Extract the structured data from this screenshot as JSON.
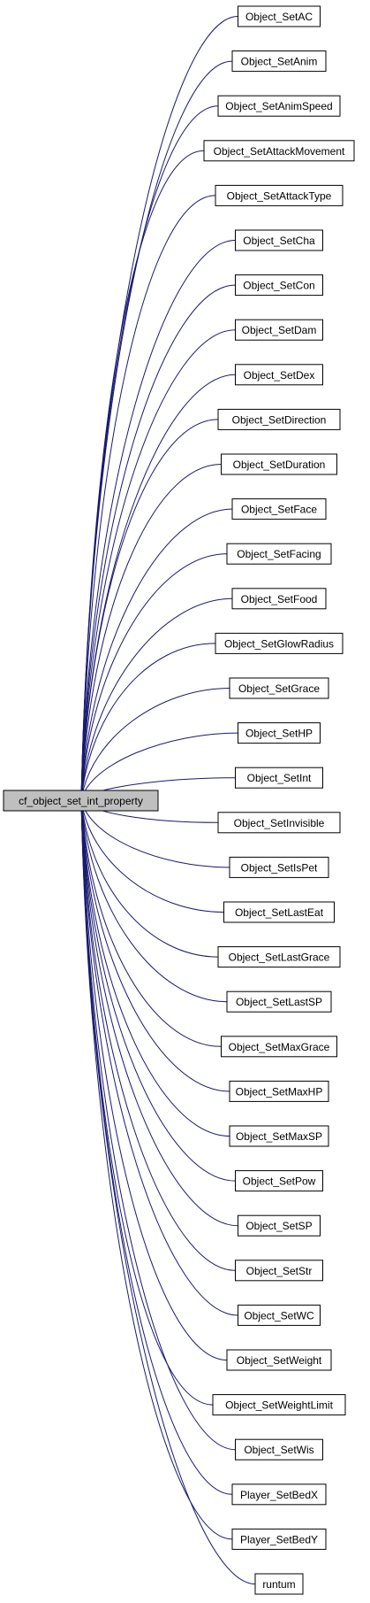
{
  "root": {
    "label": "cf_object_set_int_property"
  },
  "callers": [
    "Object_SetAC",
    "Object_SetAnim",
    "Object_SetAnimSpeed",
    "Object_SetAttackMovement",
    "Object_SetAttackType",
    "Object_SetCha",
    "Object_SetCon",
    "Object_SetDam",
    "Object_SetDex",
    "Object_SetDirection",
    "Object_SetDuration",
    "Object_SetFace",
    "Object_SetFacing",
    "Object_SetFood",
    "Object_SetGlowRadius",
    "Object_SetGrace",
    "Object_SetHP",
    "Object_SetInt",
    "Object_SetInvisible",
    "Object_SetIsPet",
    "Object_SetLastEat",
    "Object_SetLastGrace",
    "Object_SetLastSP",
    "Object_SetMaxGrace",
    "Object_SetMaxHP",
    "Object_SetMaxSP",
    "Object_SetPow",
    "Object_SetSP",
    "Object_SetStr",
    "Object_SetWC",
    "Object_SetWeight",
    "Object_SetWeightLimit",
    "Object_SetWis",
    "Player_SetBedX",
    "Player_SetBedY",
    "runtum"
  ],
  "colors": {
    "edge": "#191970",
    "root_fill": "#bfbfbf",
    "node_fill": "#ffffff",
    "border": "#000000"
  }
}
